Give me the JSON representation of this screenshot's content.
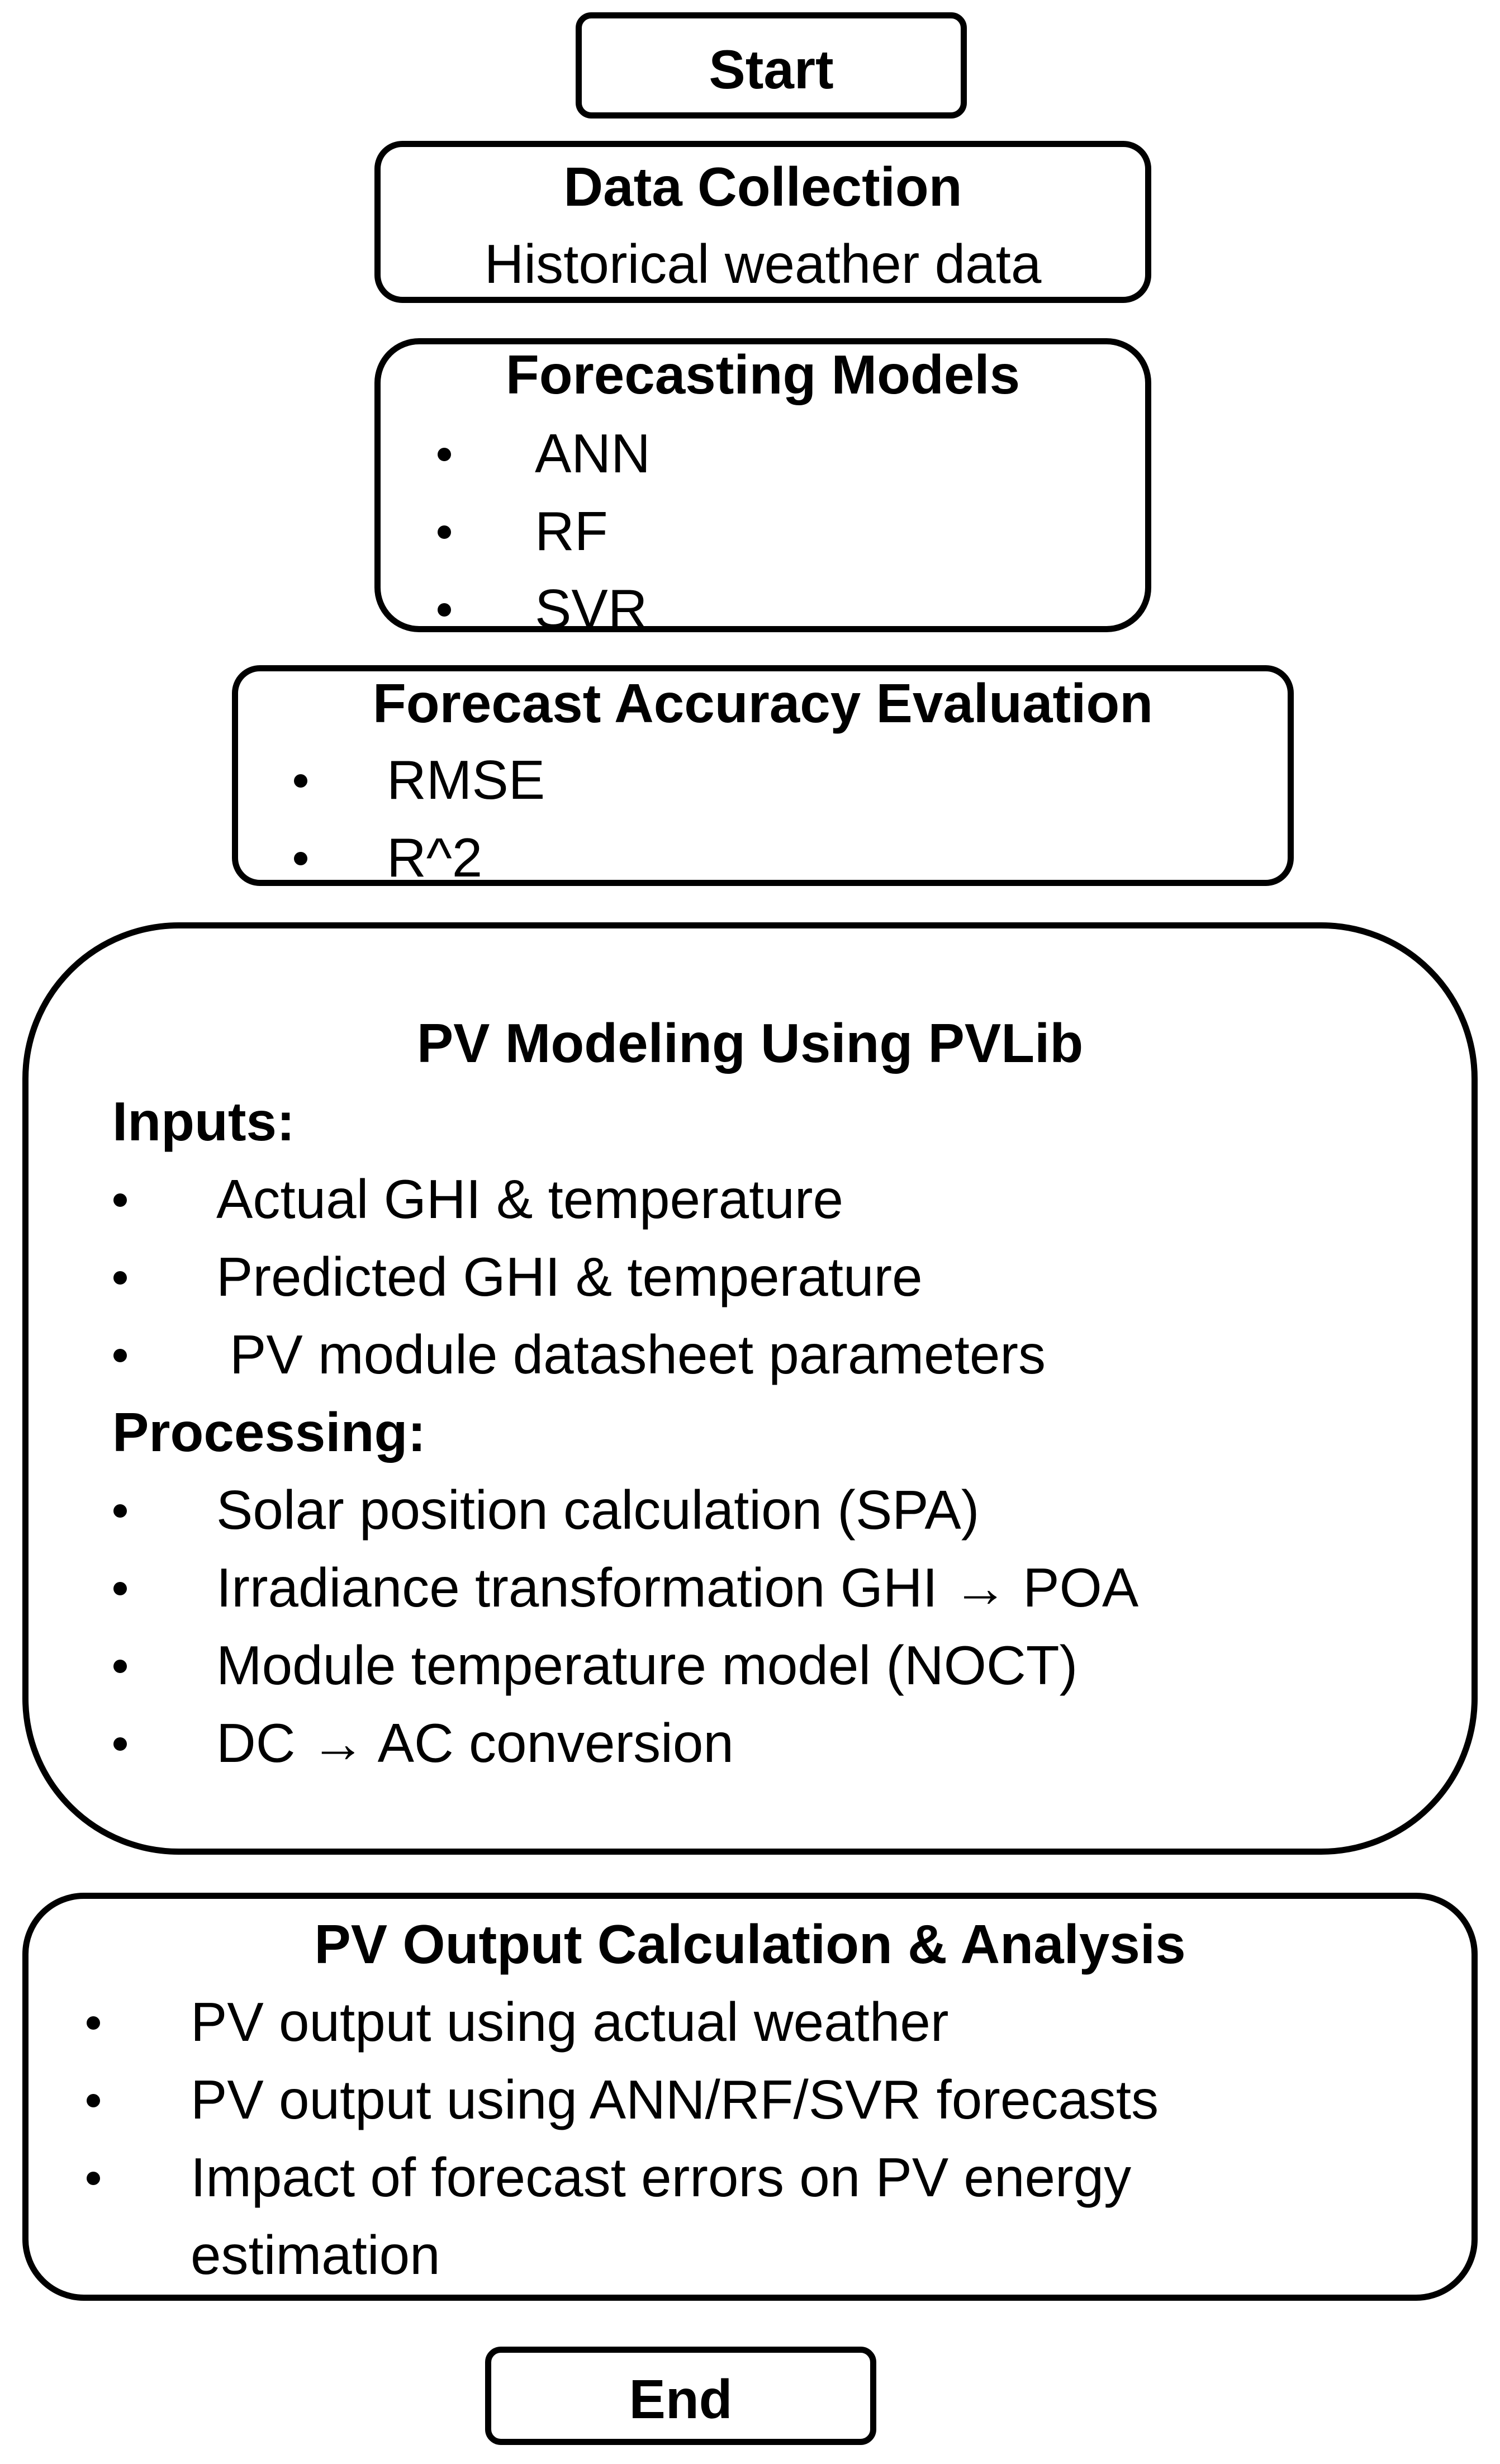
{
  "start": {
    "label": "Start"
  },
  "data_collection": {
    "title": "Data Collection",
    "text": "Historical weather data"
  },
  "forecasting_models": {
    "title": "Forecasting Models",
    "items": [
      "ANN",
      "RF",
      "SVR"
    ]
  },
  "accuracy": {
    "title": "Forecast Accuracy Evaluation",
    "items": [
      "RMSE",
      "R^2"
    ]
  },
  "pv_modeling": {
    "title": "PV Modeling Using PVLib",
    "inputs_heading": "Inputs:",
    "inputs": [
      "Actual GHI & temperature",
      "Predicted GHI & temperature",
      "PV module datasheet parameters"
    ],
    "processing_heading": "Processing:",
    "processing": [
      "Solar position calculation (SPA)",
      "Irradiance transformation GHI → POA",
      "Module temperature model (NOCT)",
      "DC → AC conversion"
    ]
  },
  "pv_output": {
    "title": "PV Output Calculation & Analysis",
    "items": [
      "PV output using actual weather",
      "PV output using ANN/RF/SVR forecasts",
      "Impact of forecast errors on PV energy",
      "estimation"
    ]
  },
  "end": {
    "label": "End"
  }
}
